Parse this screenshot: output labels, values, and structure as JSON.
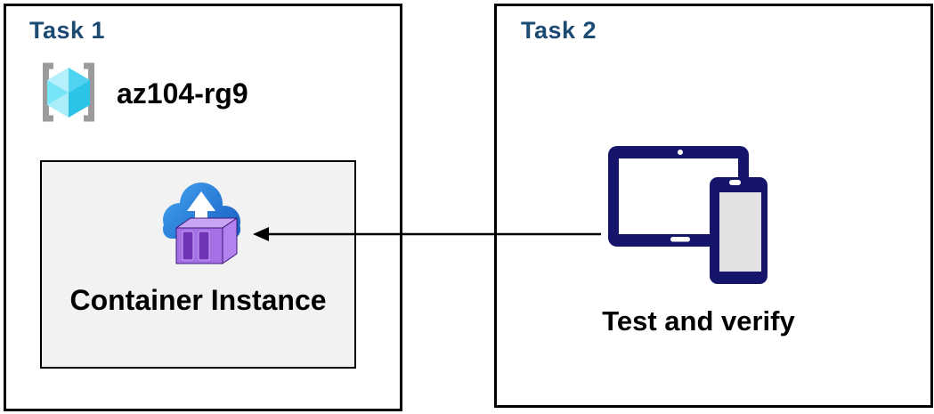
{
  "task1": {
    "title": "Task 1",
    "resource_group": {
      "name": "az104-rg9"
    },
    "container_instance": {
      "label": "Container Instance"
    }
  },
  "task2": {
    "title": "Task 2",
    "label": "Test and verify"
  },
  "icons": {
    "resource_group": "resource-group-brackets-cube-icon",
    "container_instance": "cloud-upload-container-icon",
    "devices": "tablet-and-phone-icon",
    "connector": "left-arrow"
  },
  "colors": {
    "title_blue": "#1B4A73",
    "box_border": "#000000",
    "ci_box_bg": "#F2F2F2",
    "bracket_gray": "#9B9B9B",
    "cube_pale": "#B5EFFB",
    "cube_light": "#76E5F8",
    "cube_lighter": "#A9EEFA",
    "cube_medium": "#4FD3F1",
    "cube_dark": "#2BC4E7",
    "cloud_blue_light": "#3E9BEA",
    "cloud_blue_dark": "#1A61C4",
    "container_front": "#A570E6",
    "container_side": "#B283EF",
    "container_top": "#C9A5F6",
    "container_door": "#6F33B8",
    "container_edge": "#3C1878",
    "device_navy": "#15156B",
    "phone_screen": "#E2E2E2",
    "arrow_black": "#000000"
  }
}
